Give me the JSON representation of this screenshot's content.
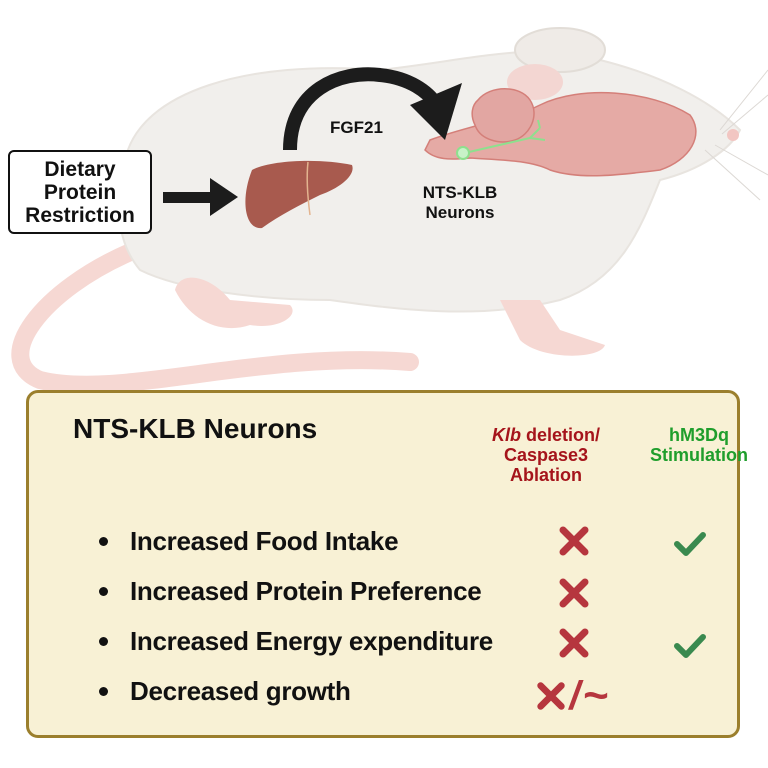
{
  "figure": {
    "input_box": {
      "lines": [
        "Dietary",
        "Protein",
        "Restriction"
      ]
    },
    "hormone_label": "FGF21",
    "target_label": {
      "lines": [
        "NTS-KLB",
        "Neurons"
      ]
    },
    "organs": [
      "liver",
      "brain",
      "nts-neuron"
    ],
    "colors": {
      "liver": "#a85a4e",
      "brain": "#e5aaa5",
      "neuron": "#8ee08e",
      "mouse_body": "#f1efec",
      "tail": "#f6d8d3",
      "arrow": "#1c1c1c"
    }
  },
  "panel": {
    "title": "NTS-KLB Neurons",
    "columns": [
      {
        "italic_prefix": "Klb",
        "lines": [
          " deletion/",
          "Caspase3",
          "Ablation"
        ],
        "color": "#a5141b"
      },
      {
        "lines": [
          "hM3Dq",
          "Stimulation"
        ],
        "color": "#1f9e2c"
      }
    ],
    "rows": [
      {
        "label": "Increased Food Intake",
        "ablation": "cross",
        "stimulation": "check"
      },
      {
        "label": "Increased Protein Preference",
        "ablation": "cross",
        "stimulation": ""
      },
      {
        "label": "Increased Energy expenditure",
        "ablation": "cross",
        "stimulation": "check"
      },
      {
        "label": "Decreased growth",
        "ablation": "cross-slash-tilde",
        "ablation_symbols": [
          "/",
          "~"
        ],
        "stimulation": ""
      }
    ],
    "colors": {
      "background": "#f8f1d5",
      "border": "#9b7f2d",
      "cross": "#b6363e",
      "check": "#3a8a4f"
    }
  }
}
